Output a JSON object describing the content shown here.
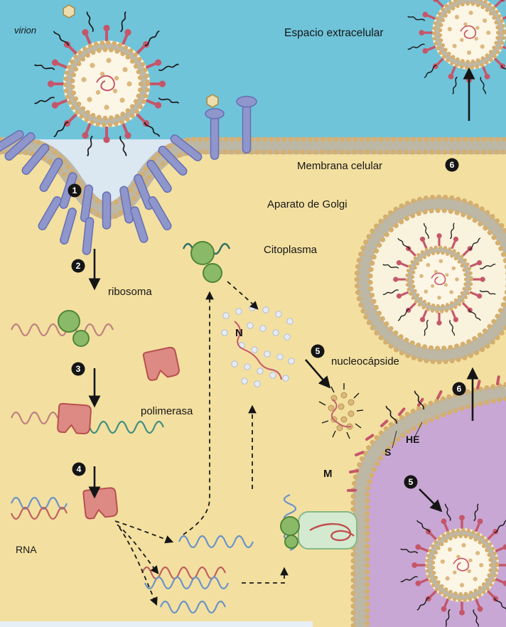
{
  "labels": {
    "virion": "virion",
    "extracellular_space": "Espacio extracelular",
    "cell_membrane": "Membrana celular",
    "golgi": "Aparato de Golgi",
    "cytoplasm": "Citoplasma",
    "ribosome": "ribosoma",
    "polymerase": "polimerasa",
    "rna": "RNA",
    "n_protein": "N",
    "nucleocapsid": "nucleocápside",
    "m_protein": "M",
    "s_protein": "S",
    "he_protein": "HE"
  },
  "steps": {
    "s1": "1",
    "s2": "2",
    "s3": "3",
    "s4": "4",
    "s5": "5",
    "s6": "6"
  },
  "colors": {
    "extracellular": "#6fc4da",
    "cytoplasm": "#f3e0a0",
    "golgi_lumen": "#c8a7d4",
    "membrane_base": "#bdb7a6",
    "lipid_head": "#d4af6e",
    "receptor_blue": "#8e96cc",
    "spike_red": "#c5566a",
    "ribosome_green": "#8aba68",
    "polymerase_red": "#dd8a84",
    "rna_pink": "#c08080",
    "rna_teal": "#3f8f80",
    "rna_blue": "#6b93c9",
    "pocket_fill": "#dbe7f1"
  }
}
